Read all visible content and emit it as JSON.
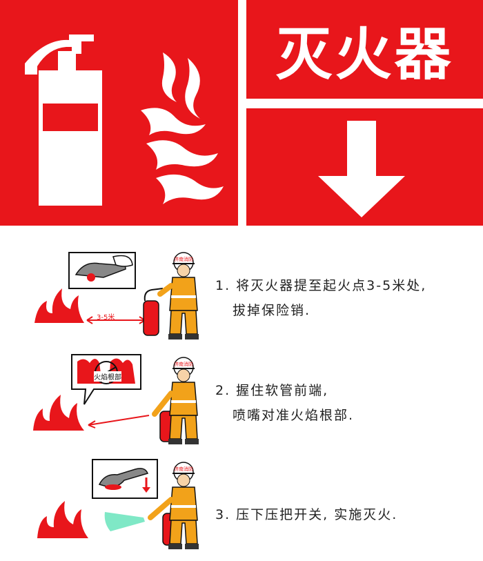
{
  "sign": {
    "title": "灭火器",
    "icons": [
      "fire-extinguisher-icon",
      "flame-icon",
      "down-arrow-icon"
    ],
    "colors": {
      "red": "#e8161b",
      "white": "#ffffff",
      "uniform": "#f2a21a",
      "nozzle_spray": "#7fe8c6"
    }
  },
  "steps": [
    {
      "line1": "1. 将灭火器提至起火点3-5米处,",
      "line2": "拔掉保险销.",
      "distance_label": "3-5米",
      "helmet_label": "济南消防"
    },
    {
      "line1": "2. 握住软管前端,",
      "line2": "喷嘴对准火焰根部.",
      "inset_label": "火焰根部",
      "helmet_label": "济南消防"
    },
    {
      "line1": "3. 压下压把开关, 实施灭火.",
      "helmet_label": "济南消防"
    }
  ]
}
